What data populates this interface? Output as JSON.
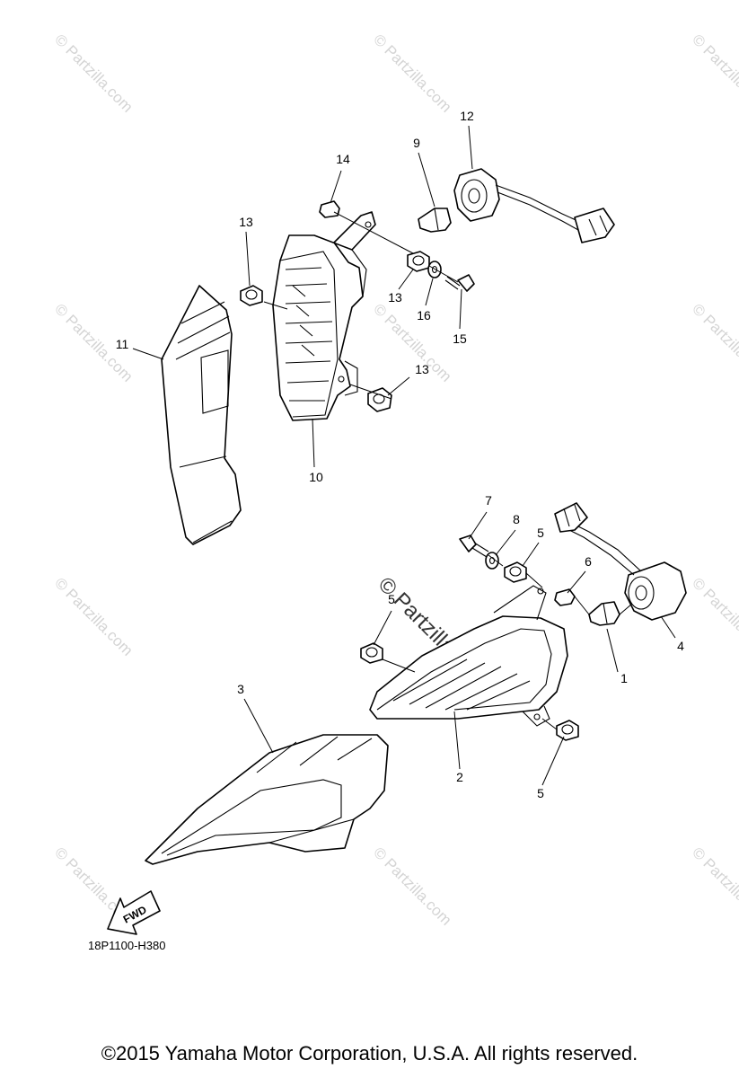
{
  "callouts": [
    "1",
    "2",
    "3",
    "4",
    "5",
    "5",
    "5",
    "6",
    "7",
    "8",
    "9",
    "10",
    "11",
    "12",
    "13",
    "13",
    "13",
    "14",
    "15",
    "16"
  ],
  "watermark": "© Partzilla.com",
  "diagram_code": "18P1100-H380",
  "fwd_label": "FWD",
  "copyright": "©2015  Yamaha Motor Corporation, U.S.A. All rights reserved."
}
